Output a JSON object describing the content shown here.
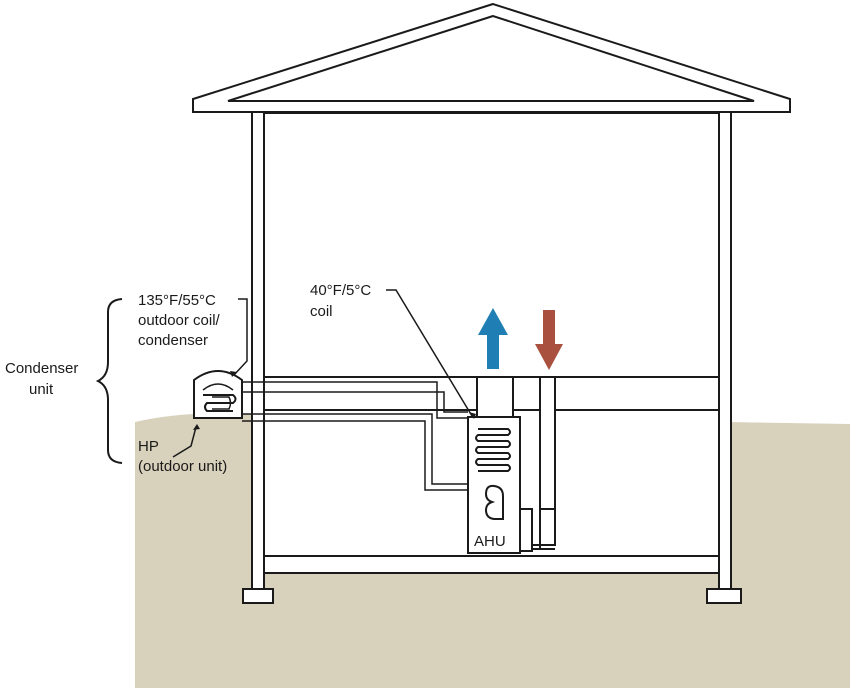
{
  "colors": {
    "ground": "#d8d1bc",
    "line": "#1a1a1a",
    "supply_arrow": "#1f7fb4",
    "return_arrow": "#a9503f",
    "background": "#ffffff"
  },
  "icons": {
    "supply_arrow": "arrow-up-icon",
    "return_arrow": "arrow-down-icon",
    "blower": "blower-fan-icon",
    "coil": "coil-icon"
  },
  "labels": {
    "condenser_unit": [
      "Condenser",
      "unit"
    ],
    "outdoor_coil": [
      "135°F/55°C",
      "outdoor coil/",
      "condenser"
    ],
    "indoor_coil": [
      "40°F/5°C",
      "coil"
    ],
    "heat_pump": [
      "HP",
      "(outdoor unit)"
    ],
    "ahu": "AHU"
  }
}
